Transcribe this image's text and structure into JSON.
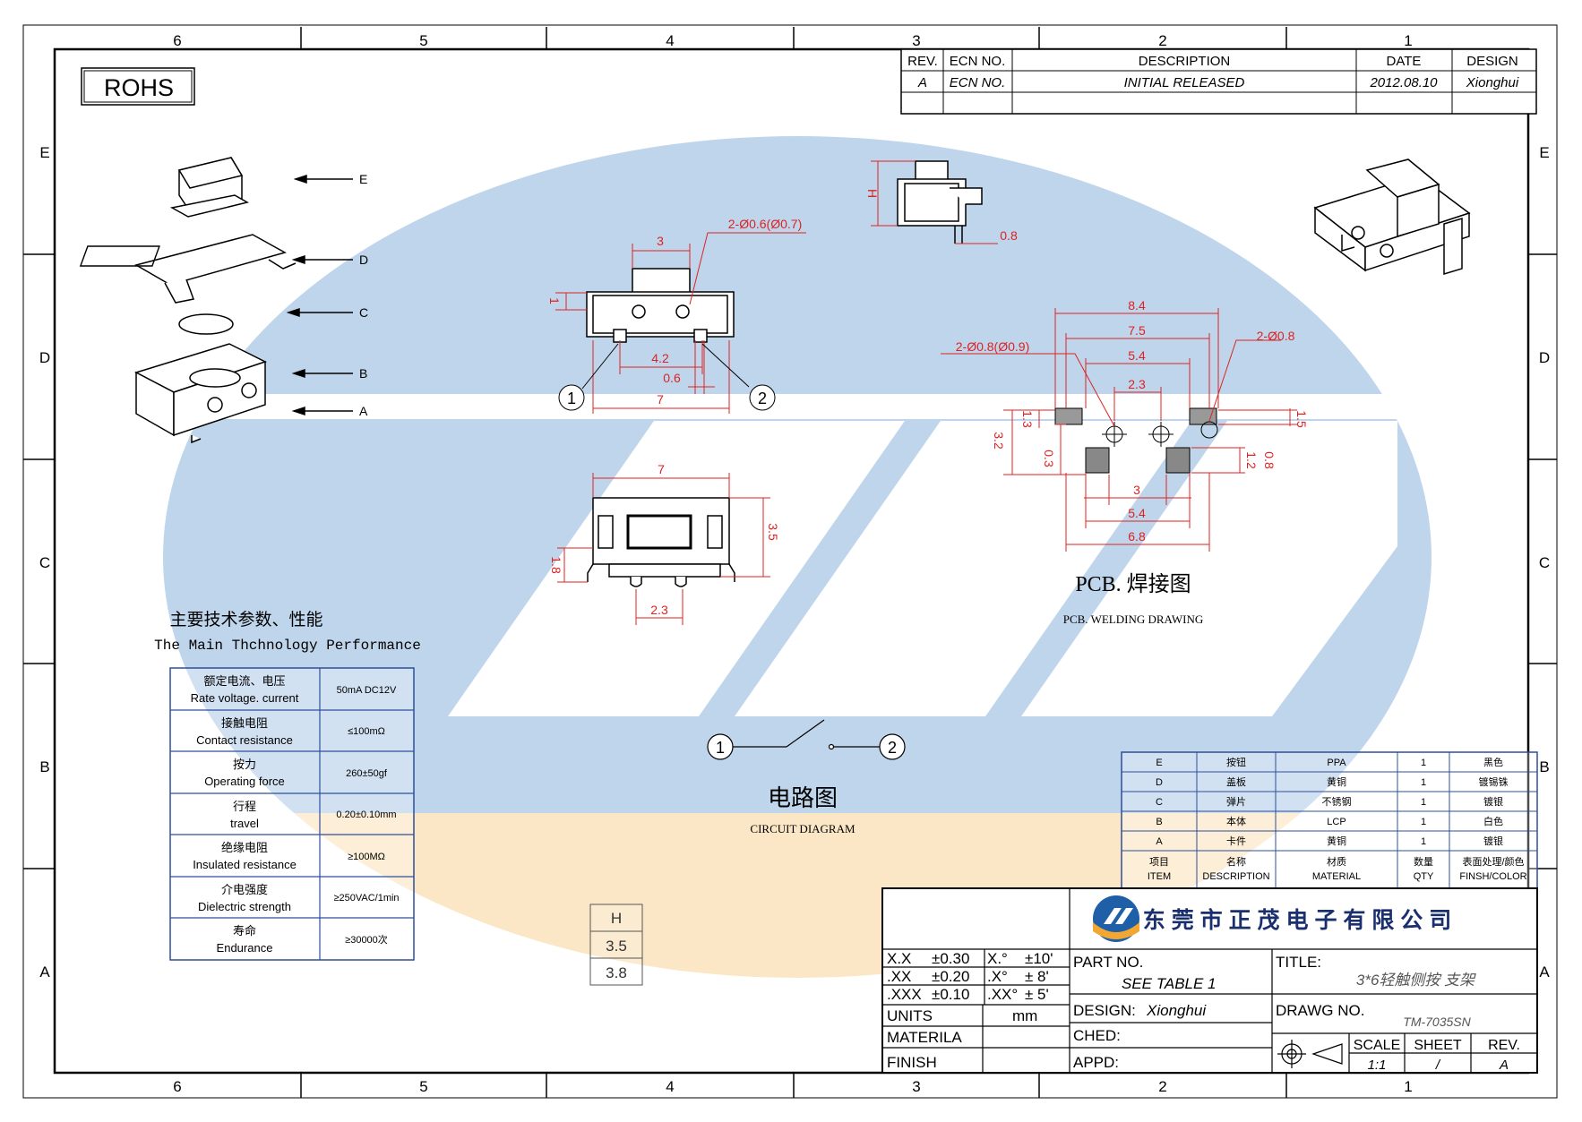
{
  "grid": {
    "cols_top": [
      "6",
      "5",
      "4",
      "3",
      "2",
      "1"
    ],
    "cols_bottom": [
      "6",
      "5",
      "4",
      "3",
      "2",
      "1"
    ],
    "rows_left": [
      "E",
      "D",
      "C",
      "B",
      "A"
    ],
    "rows_right": [
      "E",
      "D",
      "C",
      "B",
      "A"
    ]
  },
  "rohs": "ROHS",
  "revision": {
    "headers": [
      "REV.",
      "ECN NO.",
      "DESCRIPTION",
      "DATE",
      "DESIGN"
    ],
    "row": [
      "A",
      "ECN NO.",
      "INITIAL RELEASED",
      "2012.08.10",
      "Xionghui"
    ]
  },
  "exploded": {
    "labels": [
      "E",
      "D",
      "C",
      "B",
      "A"
    ]
  },
  "dims_front": {
    "top": "3",
    "hole": "2-Ø0.6(Ø0.7)",
    "left": "1",
    "mid": "4.2",
    "small": "0.6",
    "bottom": "7",
    "pin1": "1",
    "pin2": "2"
  },
  "dims_side": {
    "h": "H",
    "w": "0.8"
  },
  "dims_bottom": {
    "top": "7",
    "right": "3.5",
    "left": "1.8",
    "bottom": "2.3"
  },
  "pcb": {
    "dims": {
      "d84": "8.4",
      "d75": "7.5",
      "d54": "5.4",
      "d23": "2.3",
      "hole_left": "2-Ø0.8(Ø0.9)",
      "hole_right": "2-Ø0.8",
      "d13": "1.3",
      "d32": "3.2",
      "d03": "0.3",
      "d15": "1.5",
      "d12": "1.2",
      "d08": "0.8",
      "d3": "3",
      "d54b": "5.4",
      "d68": "6.8"
    },
    "title_cn": "PCB. 焊接图",
    "title_en": "PCB. WELDING DRAWING"
  },
  "circuit": {
    "pin1": "1",
    "pin2": "2",
    "title_cn": "电路图",
    "title_en": "CIRCUIT DIAGRAM"
  },
  "specs": {
    "title_cn": "主要技术参数、性能",
    "title_en": "The Main Thchnology Performance",
    "rows": [
      {
        "cn": "额定电流、电压",
        "en": "Rate voltage. current",
        "val": "50mA DC12V"
      },
      {
        "cn": "接触电阻",
        "en": "Contact resistance",
        "val": "≤100mΩ"
      },
      {
        "cn": "按力",
        "en": "Operating force",
        "val": "260±50gf"
      },
      {
        "cn": "行程",
        "en": "travel",
        "val": "0.20±0.10mm"
      },
      {
        "cn": "绝缘电阻",
        "en": "Insulated resistance",
        "val": "≥100MΩ"
      },
      {
        "cn": "介电强度",
        "en": "Dielectric strength",
        "val": "≥250VAC/1min"
      },
      {
        "cn": "寿命",
        "en": "Endurance",
        "val": "≥30000次"
      }
    ]
  },
  "h_table": {
    "header": "H",
    "values": [
      "3.5",
      "3.8"
    ]
  },
  "bom": {
    "rows": [
      {
        "item": "E",
        "desc": "按钮",
        "mat": "PPA",
        "qty": "1",
        "finish": "黑色"
      },
      {
        "item": "D",
        "desc": "盖板",
        "mat": "黄铜",
        "qty": "1",
        "finish": "镀锡铢"
      },
      {
        "item": "C",
        "desc": "弹片",
        "mat": "不锈钢",
        "qty": "1",
        "finish": "镀银"
      },
      {
        "item": "B",
        "desc": "本体",
        "mat": "LCP",
        "qty": "1",
        "finish": "白色"
      },
      {
        "item": "A",
        "desc": "卡件",
        "mat": "黄铜",
        "qty": "1",
        "finish": "镀银"
      }
    ],
    "header": {
      "item_cn": "项目",
      "item_en": "ITEM",
      "desc_cn": "名称",
      "desc_en": "DESCRIPTION",
      "mat_cn": "材质",
      "mat_en": "MATERIAL",
      "qty_cn": "数量",
      "qty_en": "QTY",
      "fin_cn": "表面处理/颜色",
      "fin_en": "FINSH/COLOR"
    }
  },
  "titleblock": {
    "company": "东 莞 市 正 茂 电 子 有 限 公 司",
    "tol1a": "X.X",
    "tol1b": "±0.30",
    "tol1c": "X.°",
    "tol1d": "±10'",
    "tol2a": ".XX",
    "tol2b": "±0.20",
    "tol2c": ".X°",
    "tol2d": "± 8'",
    "tol3a": ".XXX",
    "tol3b": "±0.10",
    "tol3c": ".XX°",
    "tol3d": "± 5'",
    "units_label": "UNITS",
    "units_value": "mm",
    "materila": "MATERILA",
    "finish": "FINISH",
    "part_no_label": "PART NO.",
    "part_no_value": "SEE TABLE 1",
    "title_label": "TITLE:",
    "title_value": "3*6轻触侧按 支架",
    "design_label": "DESIGN:",
    "design_value": "Xionghui",
    "ched": "CHED:",
    "appd": "APPD:",
    "drawg_label": "DRAWG NO.",
    "drawg_value": "TM-7035SN",
    "scale_label": "SCALE",
    "scale_value": "1:1",
    "sheet_label": "SHEET",
    "sheet_value": "/",
    "rev_label": "REV.",
    "rev_value": "A"
  },
  "colors": {
    "watermark_blue": "#bcd3ea",
    "watermark_orange": "#fbe6c3",
    "red": "#d22",
    "line": "#000"
  }
}
